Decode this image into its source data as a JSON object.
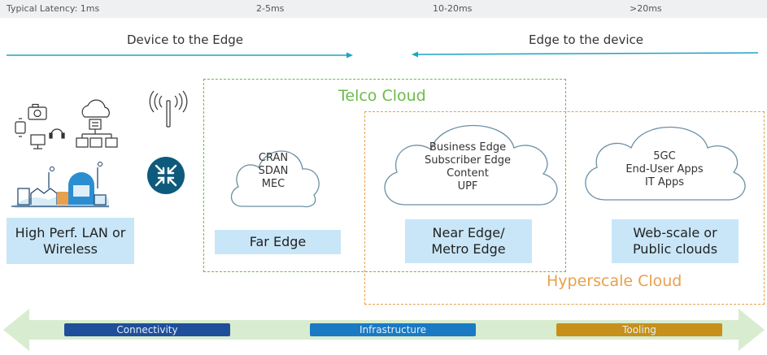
{
  "latency": {
    "label_1ms": "Typical Latency: 1ms",
    "label_2_5": "2-5ms",
    "label_10_20": "10-20ms",
    "label_20plus": ">20ms"
  },
  "directions": {
    "left": "Device to the Edge",
    "right": "Edge to the device"
  },
  "zones": {
    "telco": "Telco Cloud",
    "hyperscale": "Hyperscale Cloud"
  },
  "clouds": {
    "far_edge": [
      "CRAN",
      "SDAN",
      "MEC"
    ],
    "near_edge": [
      "Business Edge",
      "Subscriber Edge",
      "Content",
      "UPF"
    ],
    "public": [
      "5GC",
      "End-User Apps",
      "IT Apps"
    ]
  },
  "labels": {
    "lan_line1": "High Perf. LAN or",
    "lan_line2": "Wireless",
    "far_edge": "Far Edge",
    "near_line1": "Near Edge/",
    "near_line2": "Metro Edge",
    "public_line1": "Web-scale or",
    "public_line2": "Public clouds"
  },
  "pills": {
    "connectivity": "Connectivity",
    "infrastructure": "Infrastructure",
    "tooling": "Tooling"
  },
  "colors": {
    "accent": "#1fa3c6",
    "telco_green": "#6cbb4a",
    "hyper_orange": "#e8a04c",
    "label_fill": "#c8e6f8",
    "connectivity": "#1f4e9a",
    "infrastructure": "#1a7ac4",
    "tooling": "#c7901a"
  },
  "icons": [
    "camera-icon",
    "headphones-icon",
    "watch-icon",
    "monitor-icon",
    "cloud-network-icon",
    "antenna-icon",
    "router-icon",
    "factory-icon"
  ]
}
